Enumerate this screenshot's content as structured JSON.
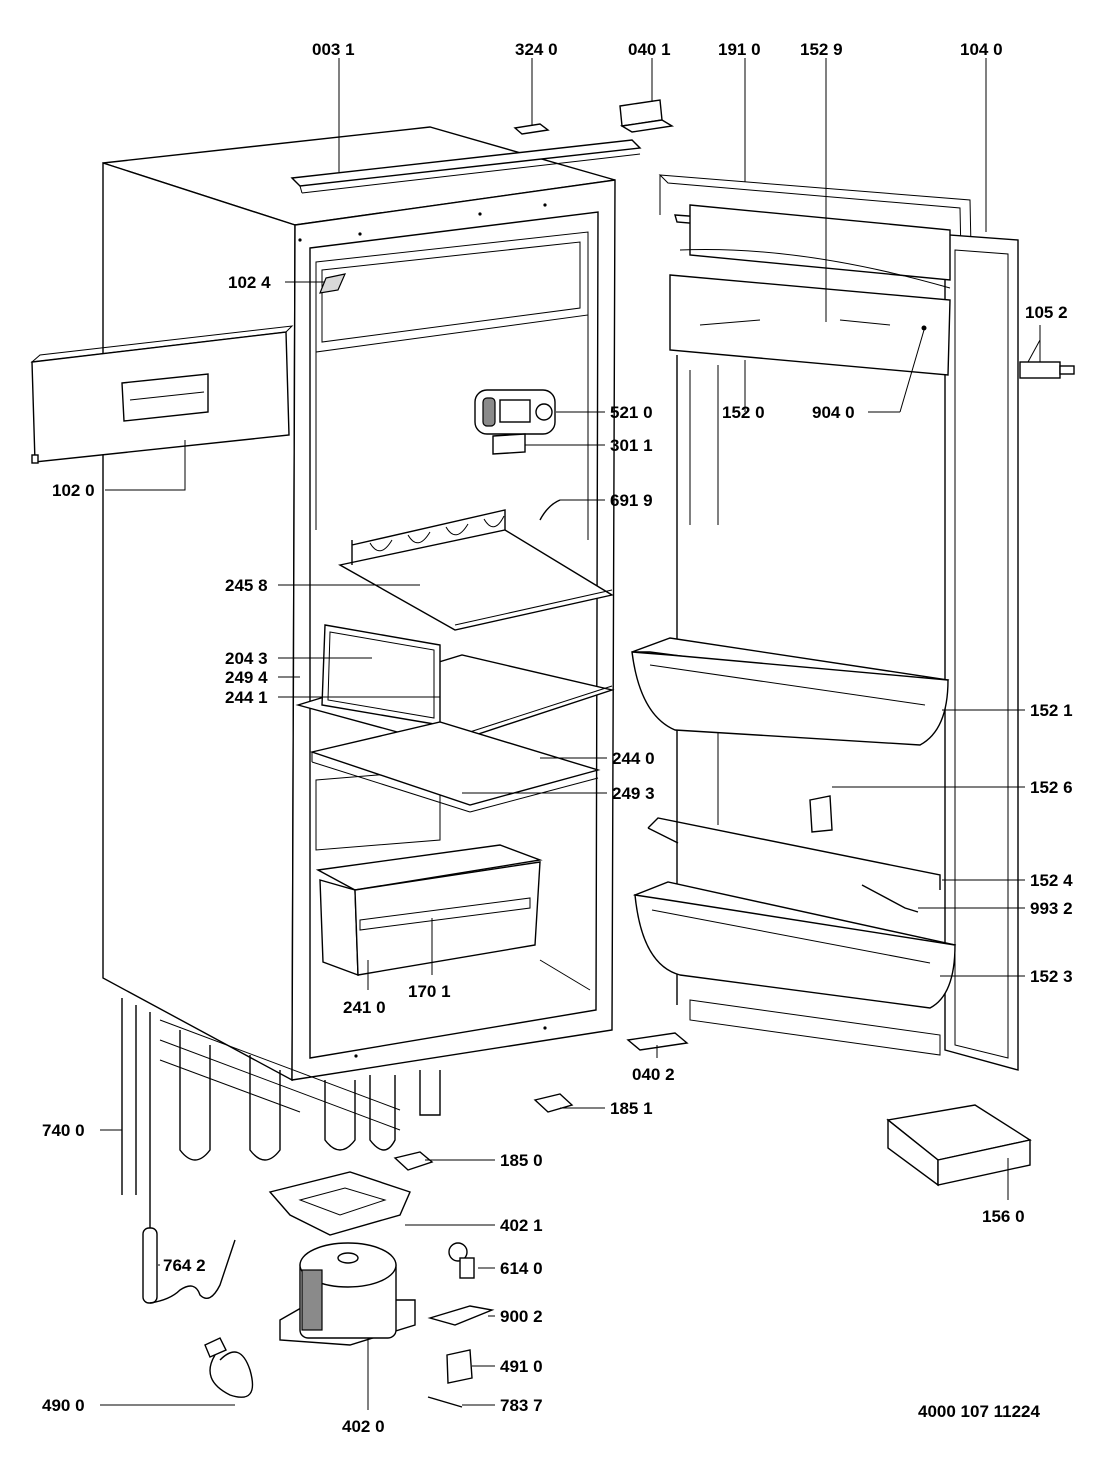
{
  "document_number": "4000 107 11224",
  "parts": [
    {
      "code": "003 1"
    },
    {
      "code": "324 0"
    },
    {
      "code": "040 1"
    },
    {
      "code": "191 0"
    },
    {
      "code": "152 9"
    },
    {
      "code": "104 0"
    },
    {
      "code": "102 4"
    },
    {
      "code": "105 2"
    },
    {
      "code": "521 0"
    },
    {
      "code": "152 0"
    },
    {
      "code": "904 0"
    },
    {
      "code": "301 1"
    },
    {
      "code": "102 0"
    },
    {
      "code": "691 9"
    },
    {
      "code": "245 8"
    },
    {
      "code": "204 3"
    },
    {
      "code": "249 4"
    },
    {
      "code": "244 1"
    },
    {
      "code": "152 1"
    },
    {
      "code": "244 0"
    },
    {
      "code": "152 6"
    },
    {
      "code": "249 3"
    },
    {
      "code": "152 4"
    },
    {
      "code": "993 2"
    },
    {
      "code": "152 3"
    },
    {
      "code": "241 0"
    },
    {
      "code": "170 1"
    },
    {
      "code": "040 2"
    },
    {
      "code": "185 1"
    },
    {
      "code": "740 0"
    },
    {
      "code": "185 0"
    },
    {
      "code": "156 0"
    },
    {
      "code": "402 1"
    },
    {
      "code": "764 2"
    },
    {
      "code": "614 0"
    },
    {
      "code": "900 2"
    },
    {
      "code": "491 0"
    },
    {
      "code": "490 0"
    },
    {
      "code": "783 7"
    },
    {
      "code": "402 0"
    }
  ]
}
